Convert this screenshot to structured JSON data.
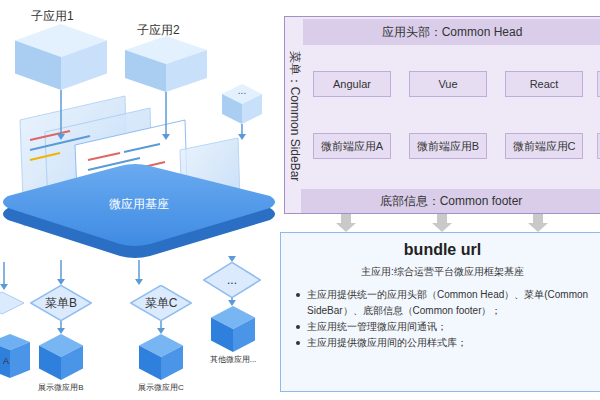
{
  "diagram": {
    "nodes": [
      {
        "text": [
          "子应用1"
        ]
      },
      {
        "text": [
          "子应用2"
        ]
      },
      {
        "text": [
          "..."
        ]
      },
      {
        "text": [
          "微应用基座"
        ]
      },
      {
        "text": [
          "菜单B"
        ]
      },
      {
        "text": [
          "菜单C"
        ]
      },
      {
        "text": [
          "..."
        ]
      },
      {
        "text": [
          "展示微应用B"
        ]
      },
      {
        "text": [
          "展示微应用C"
        ]
      },
      {
        "text": [
          "其他微应用..."
        ]
      },
      {
        "text": [
          "菜单：Common SideBar"
        ]
      },
      {
        "text": [
          "应用头部：Common Head"
        ],
        "in": 10
      },
      {
        "text": [
          "Angular"
        ],
        "in": 10
      },
      {
        "text": [
          "Vue"
        ],
        "in": 10
      },
      {
        "text": [
          "React"
        ],
        "in": 10
      },
      {
        "text": [
          "微前端应用A"
        ],
        "in": 10
      },
      {
        "text": [
          "微前端应用B"
        ],
        "in": 10
      },
      {
        "text": [
          "微前端应用C"
        ],
        "in": 10
      },
      {
        "text": [
          "底部信息：Common footer"
        ],
        "in": 10
      },
      {
        "text": [
          "bundle url",
          "主应用:综合运营平台微应用框架基座",
          "主应用提供统一的应用头部（Common Head）、菜单(Common SideBar）、底部信息（Common footer）；",
          "主应用统一管理微应用间通讯；",
          "主应用提供微应用间的公用样式库；"
        ]
      }
    ],
    "edges": [
      {
        "from": 0,
        "to": 3,
        "arrow": "to"
      },
      {
        "from": 1,
        "to": 3,
        "arrow": "to"
      },
      {
        "from": 2,
        "to": 3,
        "arrow": "to"
      },
      {
        "from": 3,
        "to": 4,
        "arrow": "to"
      },
      {
        "from": 3,
        "to": 5,
        "arrow": "to"
      },
      {
        "from": 3,
        "to": 6,
        "arrow": "to"
      },
      {
        "from": 4,
        "to": 7,
        "arrow": "to"
      },
      {
        "from": 5,
        "to": 8,
        "arrow": "to"
      },
      {
        "from": 6,
        "to": 9,
        "arrow": "to"
      },
      {
        "from": 12,
        "to": 15,
        "arrow": "to"
      },
      {
        "from": 13,
        "to": 16,
        "arrow": "to"
      },
      {
        "from": 14,
        "to": 17,
        "arrow": "to"
      },
      {
        "from": 18,
        "to": 19,
        "arrow": "to"
      },
      {
        "from": 18,
        "to": 19,
        "arrow": "to"
      },
      {
        "from": 18,
        "to": 19,
        "arrow": "to"
      }
    ],
    "labels": [
      "A"
    ]
  }
}
